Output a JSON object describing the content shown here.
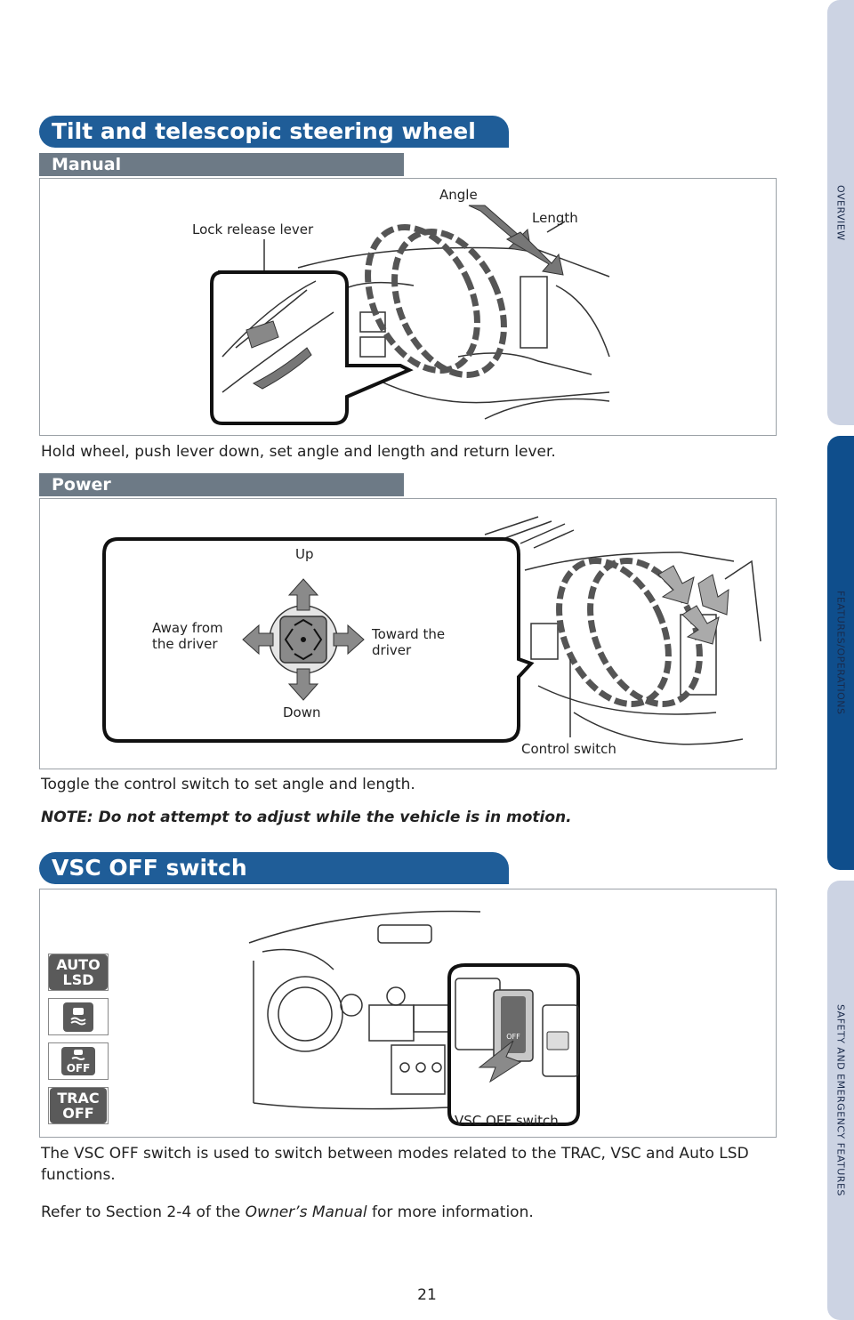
{
  "side_tabs": [
    "OVERVIEW",
    "FEATURES/OPERATIONS",
    "SAFETY AND EMERGENCY FEATURES"
  ],
  "tilt_section": {
    "title": "Tilt and telescopic steering wheel",
    "manual": {
      "heading": "Manual",
      "labels": {
        "angle": "Angle",
        "length": "Length",
        "lock_release": "Lock release lever"
      },
      "description": "Hold wheel, push lever down, set angle and length and return lever."
    },
    "power": {
      "heading": "Power",
      "labels": {
        "up": "Up",
        "down": "Down",
        "away": "Away from\nthe driver",
        "toward": "Toward the\ndriver",
        "control_switch": "Control switch"
      },
      "description": "Toggle the control switch to set angle and length.",
      "note": "NOTE: Do not attempt to adjust while the vehicle is in motion."
    }
  },
  "vsc_section": {
    "title": "VSC OFF switch",
    "icons": [
      {
        "name": "auto-lsd",
        "text": "AUTO\nLSD"
      },
      {
        "name": "vsc-skid",
        "text": ""
      },
      {
        "name": "vsc-off",
        "text": "OFF"
      },
      {
        "name": "trac-off",
        "text": "TRAC\nOFF"
      }
    ],
    "switch_label": "VSC OFF switch",
    "description": "The VSC OFF switch is used to switch between modes related to the TRAC, VSC and Auto LSD functions.",
    "refer_prefix": "Refer to Section 2-4 of the ",
    "refer_manual": "Owner’s Manual",
    "refer_suffix": " for more information."
  },
  "page_number": "21"
}
